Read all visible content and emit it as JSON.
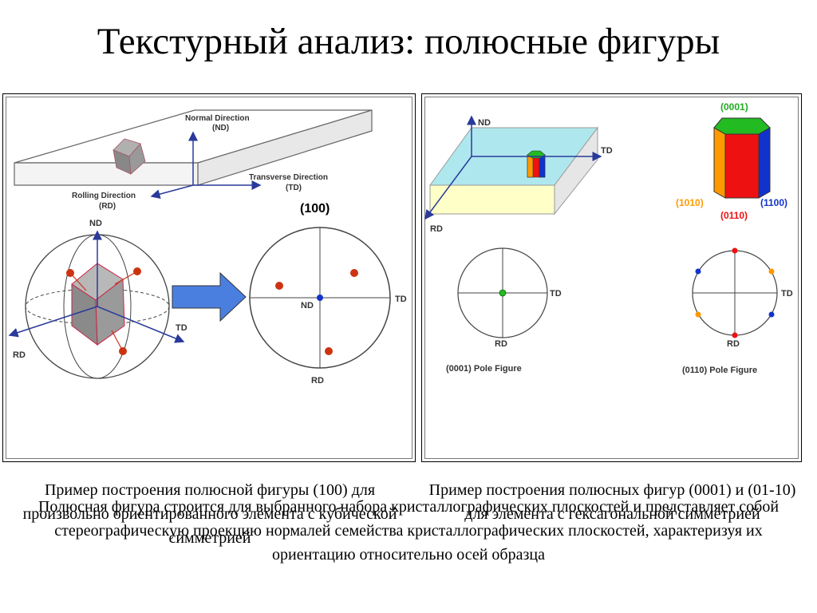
{
  "title": "Текстурный анализ: полюсные фигуры",
  "left_panel": {
    "slab": {
      "normal_direction": "Normal Direction",
      "nd_abbr": "(ND)",
      "transverse_direction": "Transverse Direction",
      "td_abbr": "(TD)",
      "rolling_direction": "Rolling Direction",
      "rd_abbr": "(RD)"
    },
    "sphere": {
      "nd": "ND",
      "td": "TD",
      "rd": "RD"
    },
    "pole_figure": {
      "title": "(100)",
      "center": "ND",
      "td": "TD",
      "rd": "RD"
    },
    "caption": "Пример построения полюсной фигуры (100) для произвольно ориентированного элемента с кубической симметрией"
  },
  "right_panel": {
    "block": {
      "nd": "ND",
      "td": "TD",
      "rd": "RD"
    },
    "prism": {
      "top": "(0001)",
      "left": "(1010)",
      "front": "(0110)",
      "right": "(1100)"
    },
    "pf1": {
      "td": "TD",
      "rd": "RD",
      "label": "(0001) Pole Figure"
    },
    "pf2": {
      "td": "TD",
      "rd": "RD",
      "label": "(0110) Pole Figure"
    },
    "caption": "Пример построения полюсных фигур (0001) и (01-10) для элемента с гексагональной симметрией"
  },
  "description": "Полюсная фигура строится для выбранного набора кристаллографических плоскостей и представляет собой стереографическую проекцию нормалей семейства кристаллографических плоскостей, характеризуя их ориентацию относительно осей образца",
  "colors": {
    "axis_blue": "#2a3a9a",
    "pole_red": "#cc3311",
    "arrow_blue": "#4a7fe0",
    "hex_green": "#22bb22",
    "hex_red": "#ee1111",
    "hex_orange": "#ff9900",
    "hex_blue": "#1133cc",
    "block_cyan": "#aee8ee",
    "block_yellow": "#ffffc8"
  }
}
